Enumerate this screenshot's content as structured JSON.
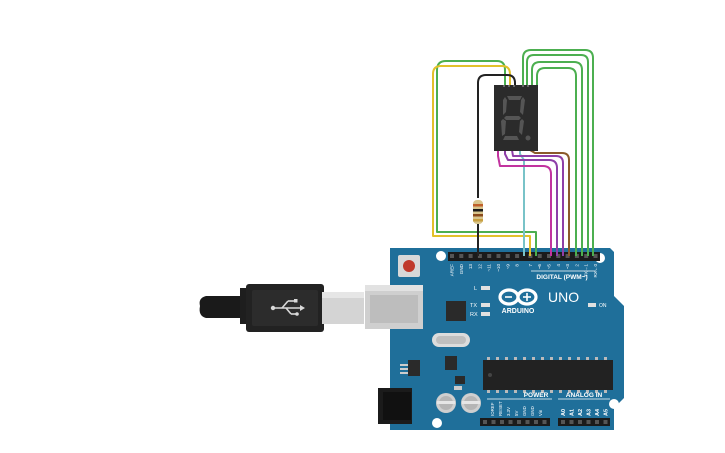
{
  "board": {
    "brand": "ARDUINO",
    "model": "UNO",
    "digital_header": "DIGITAL (PWM~)",
    "power_header": "POWER",
    "analog_header": "ANALOG IN",
    "led_l": "L",
    "led_tx": "TX",
    "led_rx": "RX",
    "led_on": "ON",
    "digital_pins": [
      "AREF",
      "GND",
      "13",
      "12",
      "~11",
      "~10",
      "~9",
      "8",
      "7",
      "~6",
      "~5",
      "4",
      "~3",
      "2",
      "TX→1",
      "RX←0"
    ],
    "power_pins": [
      "IOREF",
      "RESET",
      "3.3V",
      "5V",
      "GND",
      "GND",
      "Vin"
    ],
    "analog_pins": [
      "A0",
      "A1",
      "A2",
      "A3",
      "A4",
      "A5"
    ]
  },
  "display": {
    "digit": "8",
    "dp": "."
  },
  "resistor": {
    "bands": [
      "#c0602a",
      "#1a1a1a",
      "#8a4a1c",
      "#c8a040"
    ]
  },
  "colors": {
    "board_blue": "#1f6f9a",
    "board_dark": "#17597d",
    "wire_green": "#4caf50",
    "wire_yellow": "#e2c12a",
    "wire_black": "#222222",
    "wire_cyan": "#79c3c8",
    "wire_purple": "#8e3fa8",
    "wire_magenta": "#c2339f",
    "wire_brown": "#8b5a2b"
  }
}
